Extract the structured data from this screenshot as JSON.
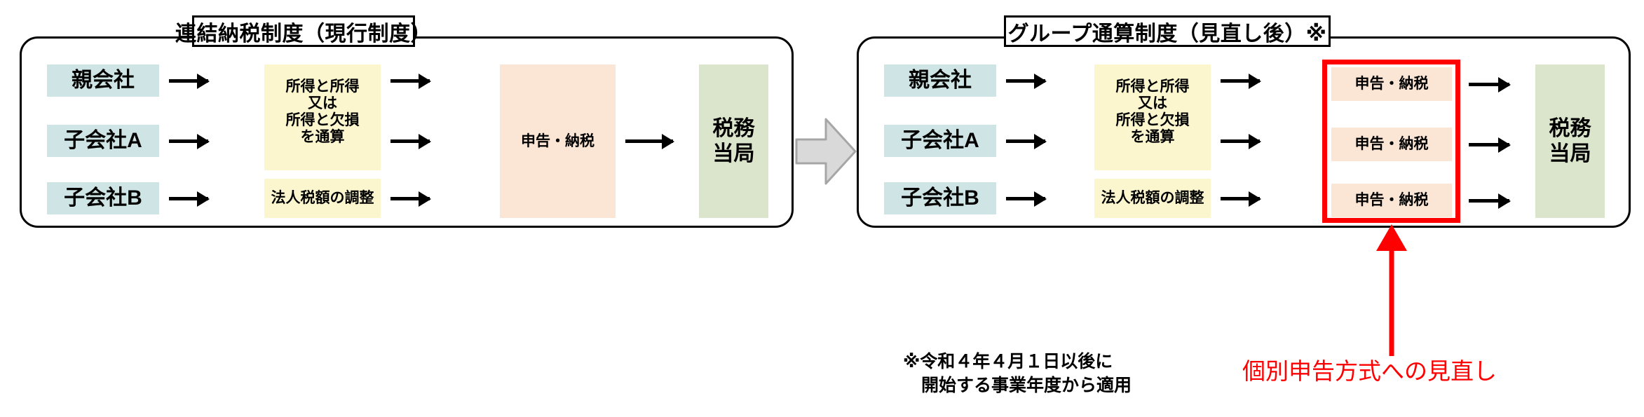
{
  "diagram": {
    "footnote": {
      "line1": "※令和４年４月１日以後に",
      "line2": "開始する事業年度から適用"
    },
    "callout": {
      "text": "個別申告方式への見直し",
      "color": "#ff0000"
    },
    "transition_arrow": {
      "icon": "right-block-arrow",
      "fill": "#d9d9d9",
      "stroke": "#a6a6a6"
    }
  },
  "palette": {
    "company_box": "#cfe4e4",
    "calc_box": "#fbf6ce",
    "file_box": "#fbe5d5",
    "authority_box": "#dbe5cb",
    "highlight": "#ff0000",
    "outline": "#000000"
  },
  "panels": [
    {
      "id": "current-system",
      "title": "連結納税制度（現行制度）",
      "companies": [
        "親会社",
        "子会社A",
        "子会社B"
      ],
      "calc": {
        "lines": [
          "所得と所得",
          "又は",
          "所得と欠損",
          "を通算"
        ],
        "adjust": "法人税額の調整"
      },
      "filing": {
        "mode": "single",
        "labels": [
          "申告・納税"
        ]
      },
      "authority": {
        "lines": [
          "税務",
          "当局"
        ]
      }
    },
    {
      "id": "group-aggregation-system",
      "title": "グループ通算制度（見直し後）※",
      "companies": [
        "親会社",
        "子会社A",
        "子会社B"
      ],
      "calc": {
        "lines": [
          "所得と所得",
          "又は",
          "所得と欠損",
          "を通算"
        ],
        "adjust": "法人税額の調整"
      },
      "filing": {
        "mode": "separate",
        "labels": [
          "申告・納税",
          "申告・納税",
          "申告・納税"
        ]
      },
      "authority": {
        "lines": [
          "税務",
          "当局"
        ]
      }
    }
  ]
}
